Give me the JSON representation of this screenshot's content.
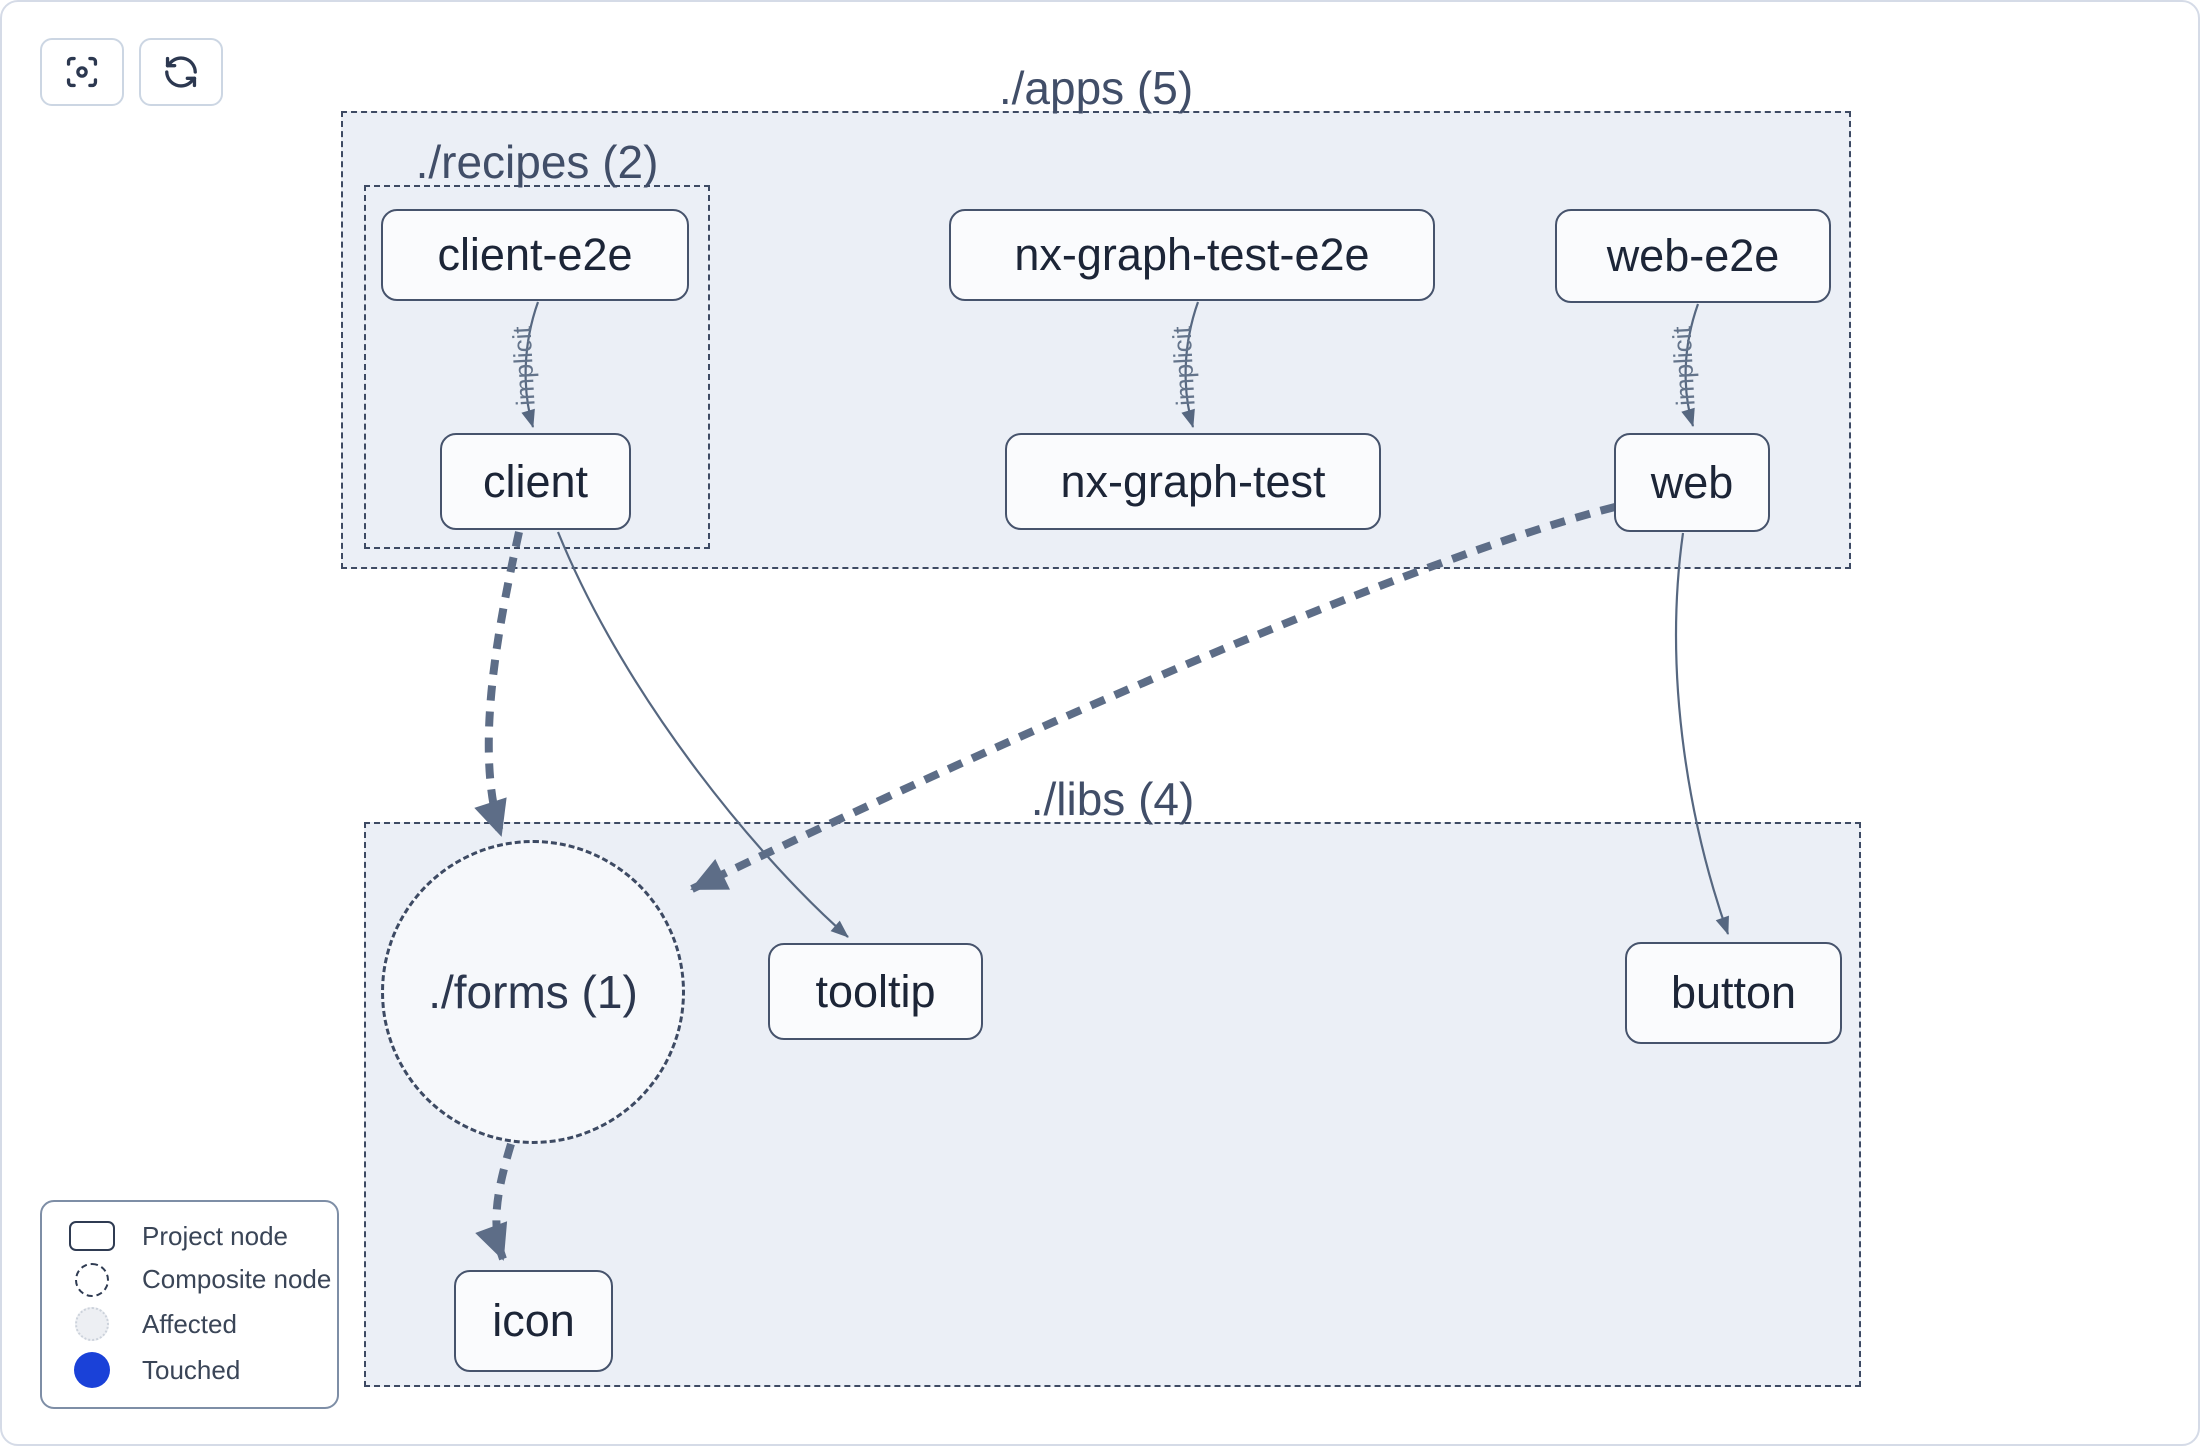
{
  "toolbar": {
    "buttons": [
      {
        "icon": "focus-icon"
      },
      {
        "icon": "refresh-icon"
      }
    ]
  },
  "graph": {
    "groups": [
      {
        "id": "apps",
        "label": "./apps (5)"
      },
      {
        "id": "recipes",
        "label": "./recipes (2)"
      },
      {
        "id": "libs",
        "label": "./libs (4)"
      },
      {
        "id": "forms",
        "label": "./forms (1)",
        "shape": "composite-circle"
      }
    ],
    "nodes": [
      {
        "id": "client-e2e",
        "label": "client-e2e"
      },
      {
        "id": "client",
        "label": "client"
      },
      {
        "id": "nx-graph-test-e2e",
        "label": "nx-graph-test-e2e"
      },
      {
        "id": "nx-graph-test",
        "label": "nx-graph-test"
      },
      {
        "id": "web-e2e",
        "label": "web-e2e"
      },
      {
        "id": "web",
        "label": "web"
      },
      {
        "id": "tooltip",
        "label": "tooltip"
      },
      {
        "id": "button",
        "label": "button"
      },
      {
        "id": "icon",
        "label": "icon"
      }
    ],
    "edges": [
      {
        "from": "client-e2e",
        "to": "client",
        "label": "implicit",
        "style": "thin"
      },
      {
        "from": "nx-graph-test-e2e",
        "to": "nx-graph-test",
        "label": "implicit",
        "style": "thin"
      },
      {
        "from": "web-e2e",
        "to": "web",
        "label": "implicit",
        "style": "thin"
      },
      {
        "from": "client",
        "to": "./forms",
        "label": "",
        "style": "thick-dashed"
      },
      {
        "from": "client",
        "to": "tooltip",
        "label": "",
        "style": "thin"
      },
      {
        "from": "web",
        "to": "./forms",
        "label": "",
        "style": "thick-dashed"
      },
      {
        "from": "web",
        "to": "button",
        "label": "",
        "style": "thin"
      },
      {
        "from": "./forms",
        "to": "icon",
        "label": "",
        "style": "thick-dashed"
      }
    ]
  },
  "legend": {
    "items": [
      {
        "label": "Project node",
        "swatch": "project-rect-outline"
      },
      {
        "label": "Composite node",
        "swatch": "dashed-circle-outline"
      },
      {
        "label": "Affected",
        "swatch": "light-dotted-circle",
        "color": "#edeff3"
      },
      {
        "label": "Touched",
        "swatch": "filled-circle",
        "color": "#1a41d8"
      }
    ]
  },
  "colors": {
    "touched_blue": "#1a41d8",
    "affected_fill": "#edeff3",
    "container_fill": "#ebeff6",
    "edge": "#5d6d87",
    "node_border": "#46536c",
    "node_text": "#1c2537",
    "group_label": "#414e68"
  }
}
